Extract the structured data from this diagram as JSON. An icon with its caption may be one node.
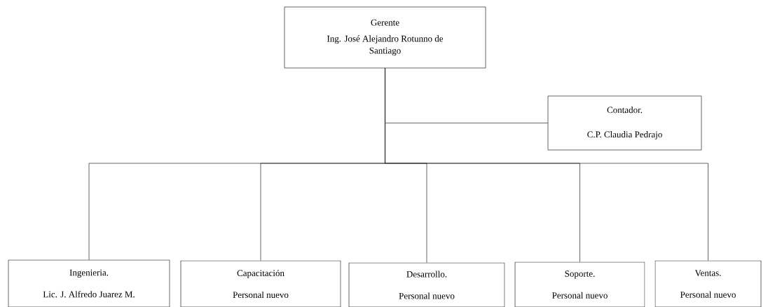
{
  "diagram": {
    "nodes": [
      {
        "text": [
          "Gerente",
          "Ing. José Alejandro Rotunno de Santiago"
        ]
      },
      {
        "text": [
          "Contador.",
          "C.P. Claudia Pedrajo"
        ]
      },
      {
        "text": [
          "Ingenieria.",
          "Lic. J. Alfredo Juarez M."
        ]
      },
      {
        "text": [
          "Capacitación",
          "Personal nuevo"
        ]
      },
      {
        "text": [
          "Desarrollo.",
          "Personal nuevo"
        ]
      },
      {
        "text": [
          "Soporte.",
          "Personal nuevo"
        ]
      },
      {
        "text": [
          "Ventas.",
          "Personal nuevo"
        ]
      }
    ],
    "edges": [
      {
        "from": 0,
        "to": 1,
        "arrow": "none"
      },
      {
        "from": 0,
        "to": 2,
        "arrow": "none"
      },
      {
        "from": 0,
        "to": 3,
        "arrow": "none"
      },
      {
        "from": 0,
        "to": 4,
        "arrow": "none"
      },
      {
        "from": 0,
        "to": 5,
        "arrow": "none"
      },
      {
        "from": 0,
        "to": 6,
        "arrow": "none"
      }
    ]
  }
}
